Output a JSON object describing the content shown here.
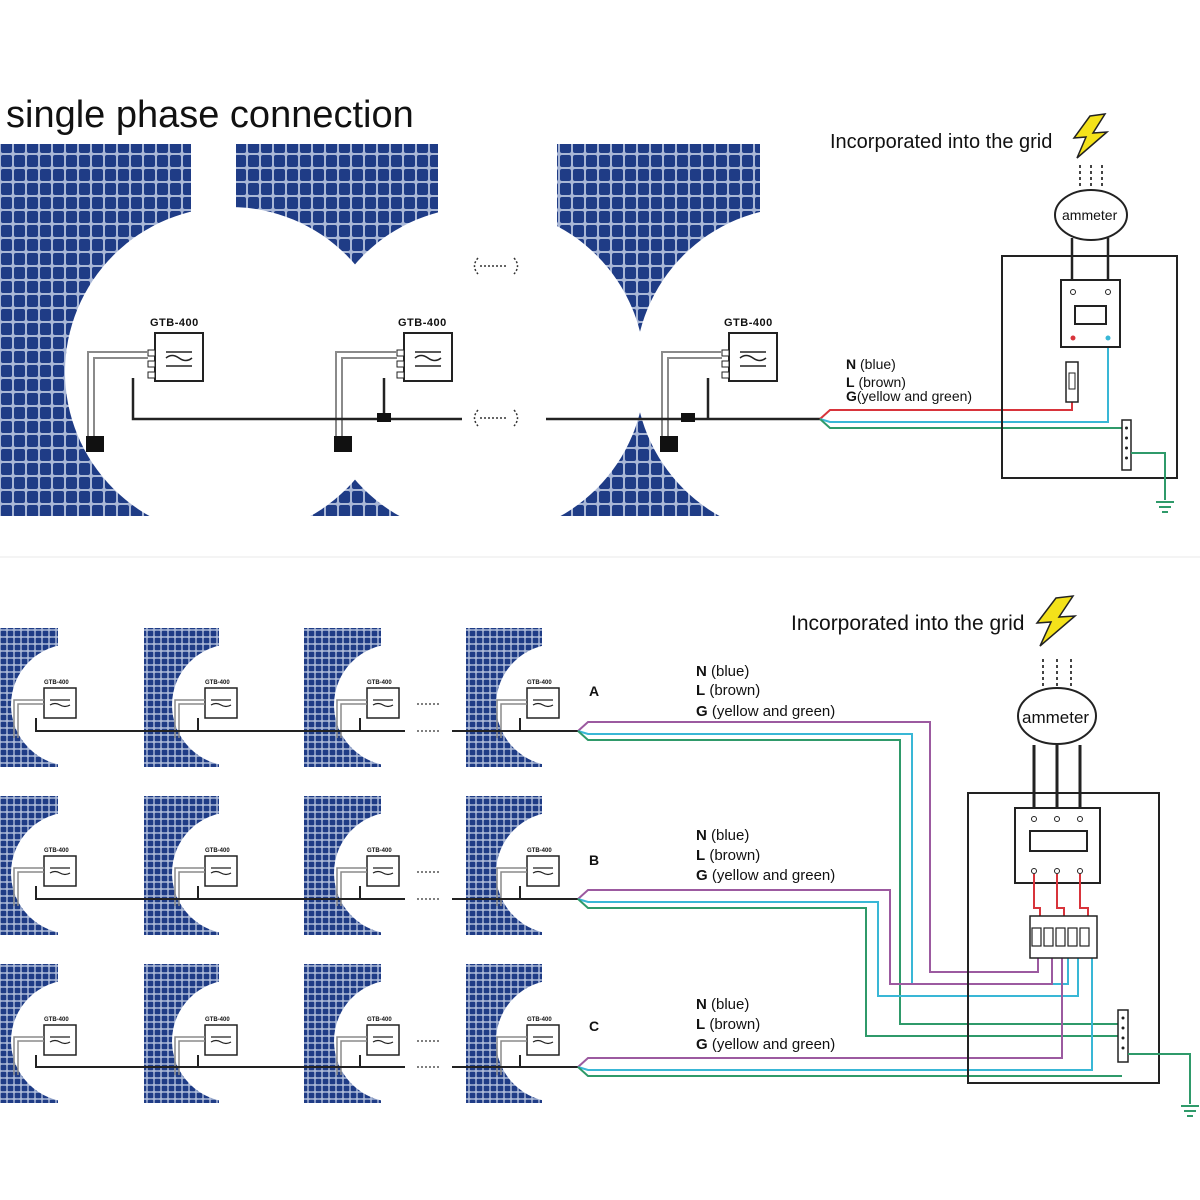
{
  "title": "single phase connection",
  "grid_label": "Incorporated into the grid",
  "ammeter_label": "ammeter",
  "inverter_model": "GTB-400",
  "inverter_model_small": "GTB-400",
  "wires": {
    "n_letter": "N",
    "n_text": "(blue)",
    "l_letter": "L",
    "l_text": "(brown)",
    "g_letter": "G",
    "g_text": "(yellow and green)"
  },
  "phases": [
    "A",
    "B",
    "C"
  ],
  "colors": {
    "panel": "#1f3c86",
    "panel_line": "#a9b7d6",
    "red_wire": "#d8343b",
    "cyan_wire": "#39b7d6",
    "green_wire": "#2f9a6a",
    "purple_wire": "#9c5aa0",
    "lightning": "#f4e21a"
  }
}
